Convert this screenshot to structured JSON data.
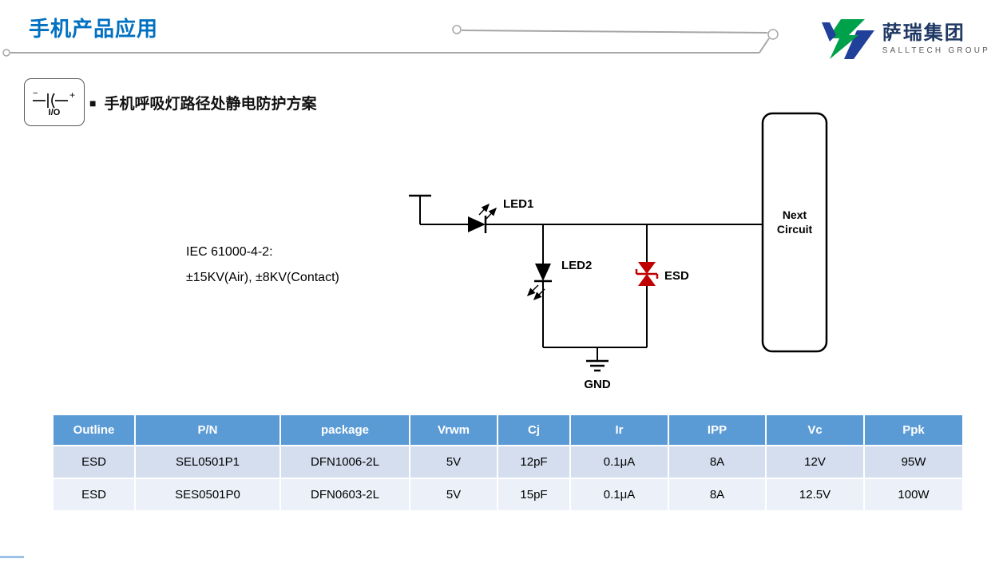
{
  "slide": {
    "title": "手机产品应用",
    "logo": {
      "name": "萨瑞集团",
      "subtitle": "SALLTECH GROUP"
    },
    "section": {
      "bullet": "■",
      "title": "手机呼吸灯路径处静电防护方案",
      "io_label": "I/O"
    }
  },
  "circuit": {
    "iec_line1": "IEC 61000-4-2:",
    "iec_line2": "±15KV(Air), ±8KV(Contact)",
    "labels": {
      "led1": "LED1",
      "led2": "LED2",
      "esd": "ESD",
      "gnd": "GND",
      "next_line1": "Next",
      "next_line2": "Circuit"
    }
  },
  "table": {
    "headers": [
      "Outline",
      "P/N",
      "package",
      "Vrwm",
      "Cj",
      "Ir",
      "IPP",
      "Vc",
      "Ppk"
    ],
    "rows": [
      [
        "ESD",
        "SEL0501P1",
        "DFN1006-2L",
        "5V",
        "12pF",
        "0.1μA",
        "8A",
        "12V",
        "95W"
      ],
      [
        "ESD",
        "SES0501P0",
        "DFN0603-2L",
        "5V",
        "15pF",
        "0.1μA",
        "8A",
        "12.5V",
        "100W"
      ]
    ]
  },
  "colors": {
    "title_blue": "#0070C0",
    "table_header": "#5B9BD5",
    "row_a": "#D4DEEE",
    "row_b": "#ECF1F9",
    "esd_red": "#C00000",
    "logo_green": "#00A14B",
    "logo_blue": "#21409A"
  }
}
